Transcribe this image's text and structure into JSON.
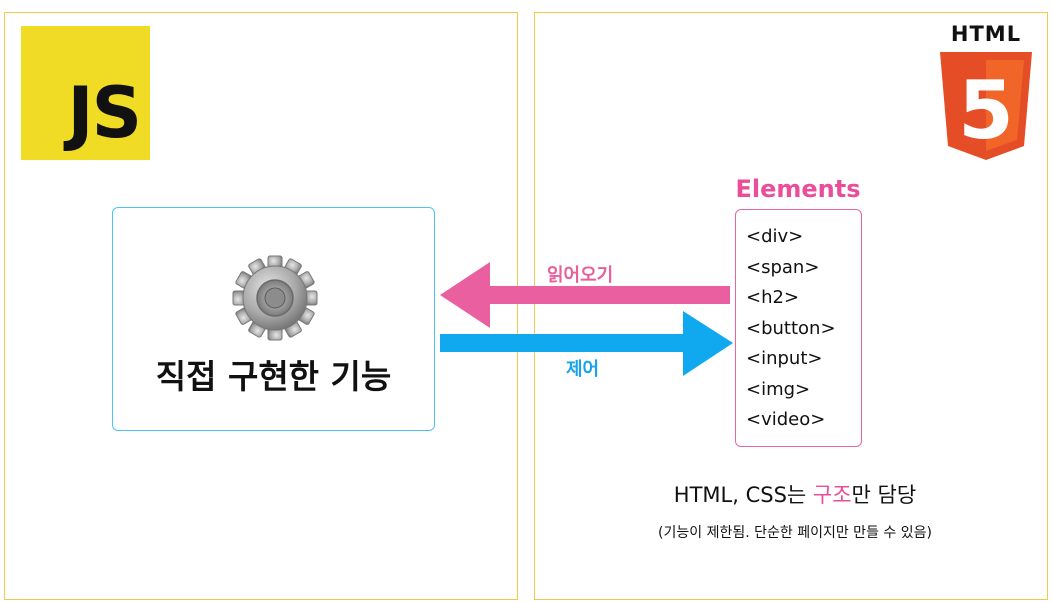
{
  "left_panel": {
    "logo_text": "JS",
    "feature_label": "직접 구현한 기능"
  },
  "right_panel": {
    "logo_text": "HTML",
    "logo_digit": "5",
    "elements_title": "Elements",
    "elements": [
      "<div>",
      "<span>",
      "<h2>",
      "<button>",
      "<input>",
      "<img>",
      "<video>"
    ],
    "caption": {
      "prefix": "HTML, CSS는 ",
      "highlight": "구조",
      "suffix": "만 담당"
    },
    "note": "(기능이 제한됨. 단순한 페이지만 만들 수 있음)"
  },
  "arrows": {
    "read_label": "읽어오기",
    "control_label": "제어"
  },
  "colors": {
    "js_yellow": "#f0db25",
    "html5_orange": "#e44d26",
    "html5_light_orange": "#f16529",
    "read_arrow": "#ea5fa0",
    "control_arrow": "#10a9f0",
    "panel_border": "#f2c94c",
    "feature_border": "#4fc3f7",
    "elements_pink": "#ea4d9a"
  },
  "icons": {
    "feature": "gear-icon",
    "js": "js-logo",
    "html": "html5-logo"
  }
}
